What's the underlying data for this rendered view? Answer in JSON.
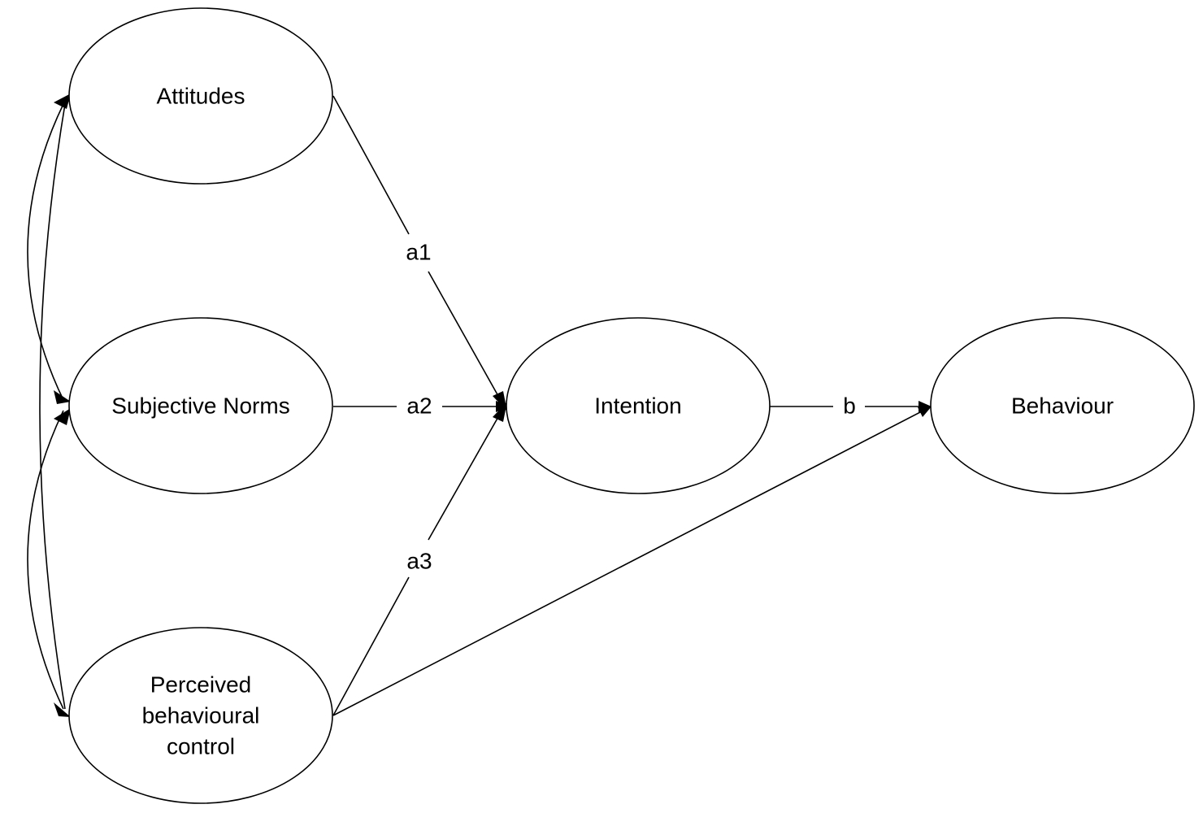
{
  "diagram": {
    "nodes": {
      "attitudes": {
        "lines": [
          "Attitudes"
        ]
      },
      "subjective_norms": {
        "lines": [
          "Subjective Norms"
        ]
      },
      "pbc": {
        "lines": [
          "Perceived",
          "behavioural",
          "control"
        ]
      },
      "intention": {
        "lines": [
          "Intention"
        ]
      },
      "behaviour": {
        "lines": [
          "Behaviour"
        ]
      }
    },
    "edges": {
      "a1": "a1",
      "a2": "a2",
      "a3": "a3",
      "b": "b"
    }
  }
}
